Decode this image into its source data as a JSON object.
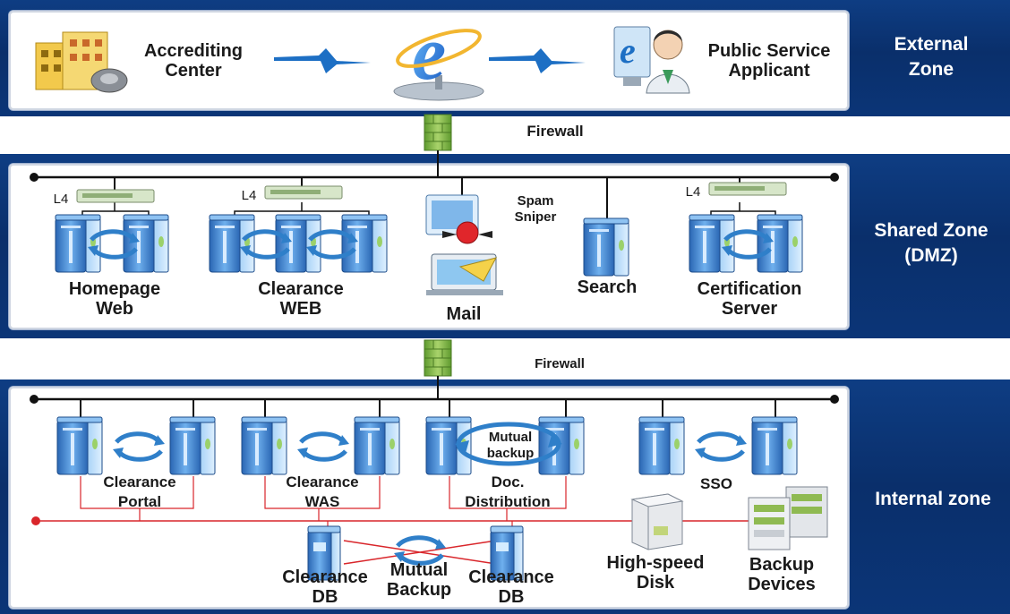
{
  "zones": {
    "external": "External\nZone",
    "shared": "Shared Zone\n(DMZ)",
    "internal": "Internal zone"
  },
  "external": {
    "accrediting_center": "Accrediting\nCenter",
    "public_applicant": "Public Service\nApplicant"
  },
  "firewalls": {
    "top": "Firewall",
    "bottom": "Firewall"
  },
  "dmz": {
    "l4_1": "L4",
    "l4_2": "L4",
    "l4_3": "L4",
    "homepage_web": "Homepage\nWeb",
    "clearance_web": "Clearance\nWEB",
    "spam_sniper": "Spam\nSniper",
    "mail": "Mail",
    "search": "Search",
    "certification_server": "Certification\nServer"
  },
  "internal": {
    "clearance_portal": "Clearance\nPortal",
    "clearance_was": "Clearance\nWAS",
    "mutual_backup_top": "Mutual\nbackup",
    "doc_distribution": "Doc.\nDistribution",
    "sso": "SSO",
    "clearance_db_left": "Clearance\nDB",
    "mutual_backup_bottom": "Mutual\nBackup",
    "clearance_db_right": "Clearance\nDB",
    "high_speed_disk": "High-speed\nDisk",
    "backup_devices": "Backup\nDevices"
  },
  "colors": {
    "band": "#0b3577",
    "lan": "#111111",
    "san": "#d9262b",
    "server": "#4a8fd6",
    "firewall": "#7fb048"
  }
}
